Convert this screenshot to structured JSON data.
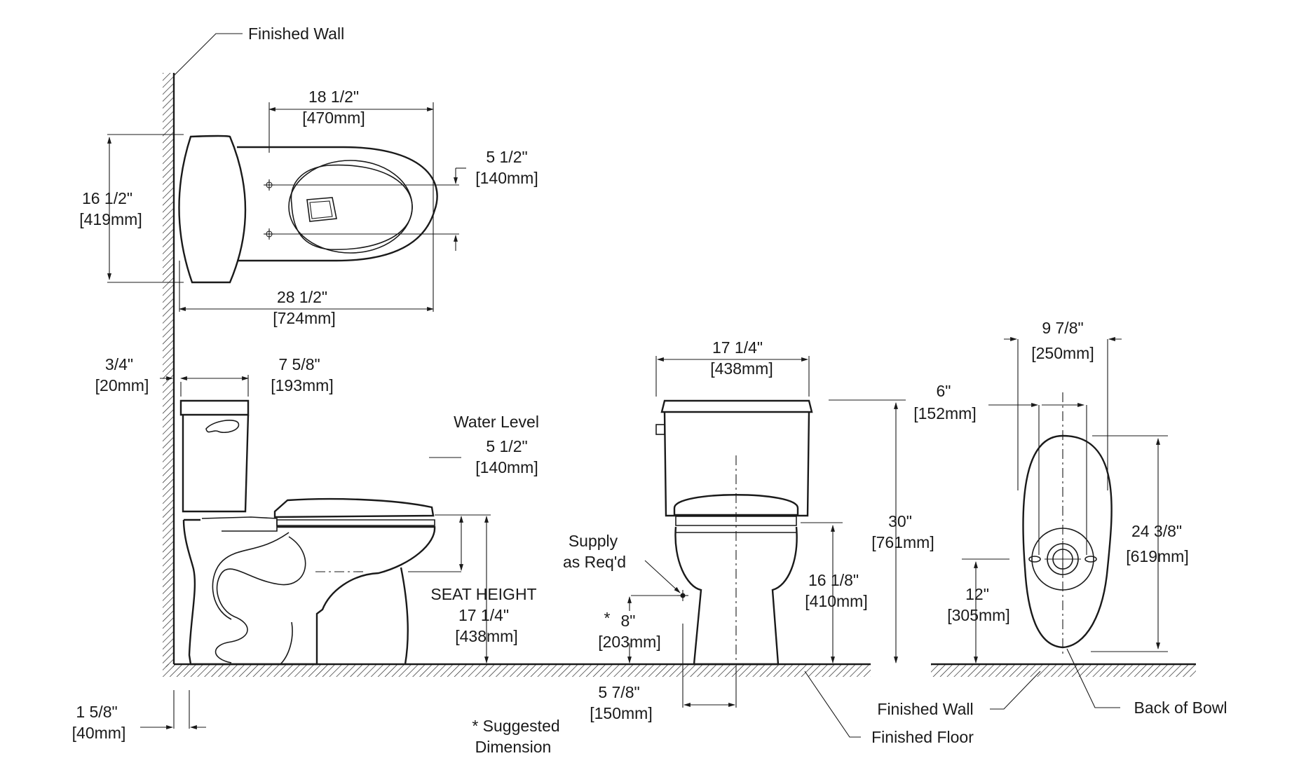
{
  "labels": {
    "finished_wall_top": "Finished Wall",
    "finished_wall_bottom": "Finished Wall",
    "finished_floor": "Finished Floor",
    "back_of_bowl": "Back of Bowl",
    "water_level": "Water Level",
    "seat_height": "SEAT HEIGHT",
    "supply_line1": "Supply",
    "supply_line2": "as Req'd",
    "suggested_line1": "* Suggested",
    "suggested_line2": "Dimension",
    "asterisk": "*"
  },
  "dimensions": {
    "top_width": {
      "in": "18 1/2\"",
      "mm": "[470mm]"
    },
    "top_seat_hole": {
      "in": "5 1/2\"",
      "mm": "[140mm]"
    },
    "top_depth": {
      "in": "16 1/2\"",
      "mm": "[419mm]"
    },
    "top_length": {
      "in": "28 1/2\"",
      "mm": "[724mm]"
    },
    "wall_gap": {
      "in": "3/4\"",
      "mm": "[20mm]"
    },
    "tank_depth": {
      "in": "7 5/8\"",
      "mm": "[193mm]"
    },
    "water_level": {
      "in": "5 1/2\"",
      "mm": "[140mm]"
    },
    "seat_height": {
      "in": "17 1/4\"",
      "mm": "[438mm]"
    },
    "base_offset": {
      "in": "1 5/8\"",
      "mm": "[40mm]"
    },
    "front_width": {
      "in": "17 1/4\"",
      "mm": "[438mm]"
    },
    "supply_height": {
      "in": "8\"",
      "mm": "[203mm]"
    },
    "supply_offset": {
      "in": "5 7/8\"",
      "mm": "[150mm]"
    },
    "bowl_rim_height": {
      "in": "16 1/8\"",
      "mm": "[410mm]"
    },
    "overall_height": {
      "in": "30\"",
      "mm": "[761mm]"
    },
    "base_width": {
      "in": "9 7/8\"",
      "mm": "[250mm]"
    },
    "bolt_spacing": {
      "in": "6\"",
      "mm": "[152mm]"
    },
    "base_length": {
      "in": "24 3/8\"",
      "mm": "[619mm]"
    },
    "rough_in": {
      "in": "12\"",
      "mm": "[305mm]"
    }
  }
}
